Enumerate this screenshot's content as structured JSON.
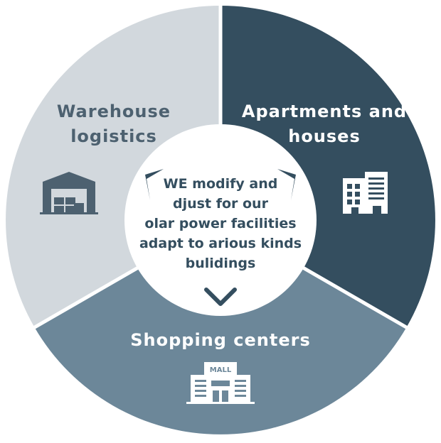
{
  "colors": {
    "warehouse_segment": "#d2d8dd",
    "apartments_segment": "#344e5f",
    "shopping_segment": "#6c8799",
    "warehouse_text": "#4d6170",
    "light_text": "#ffffff",
    "center_fill": "#ffffff",
    "center_text": "#344e5f",
    "accent": "#344e5f"
  },
  "segments": {
    "warehouse": {
      "label": "Warehouse\nlogistics",
      "icon": "warehouse-icon"
    },
    "apartments": {
      "label": "Apartments and\nhouses",
      "icon": "apartment-buildings-icon"
    },
    "shopping": {
      "label": "Shopping centers",
      "icon": "mall-icon",
      "icon_text": "MALL"
    }
  },
  "center": {
    "text": "WE modify and\ndjust for our\nolar power facilities\nadapt to arious kinds\nbulidings",
    "decorations": [
      "bracket-top-left-icon",
      "bracket-top-right-icon",
      "chevron-down-icon"
    ]
  }
}
